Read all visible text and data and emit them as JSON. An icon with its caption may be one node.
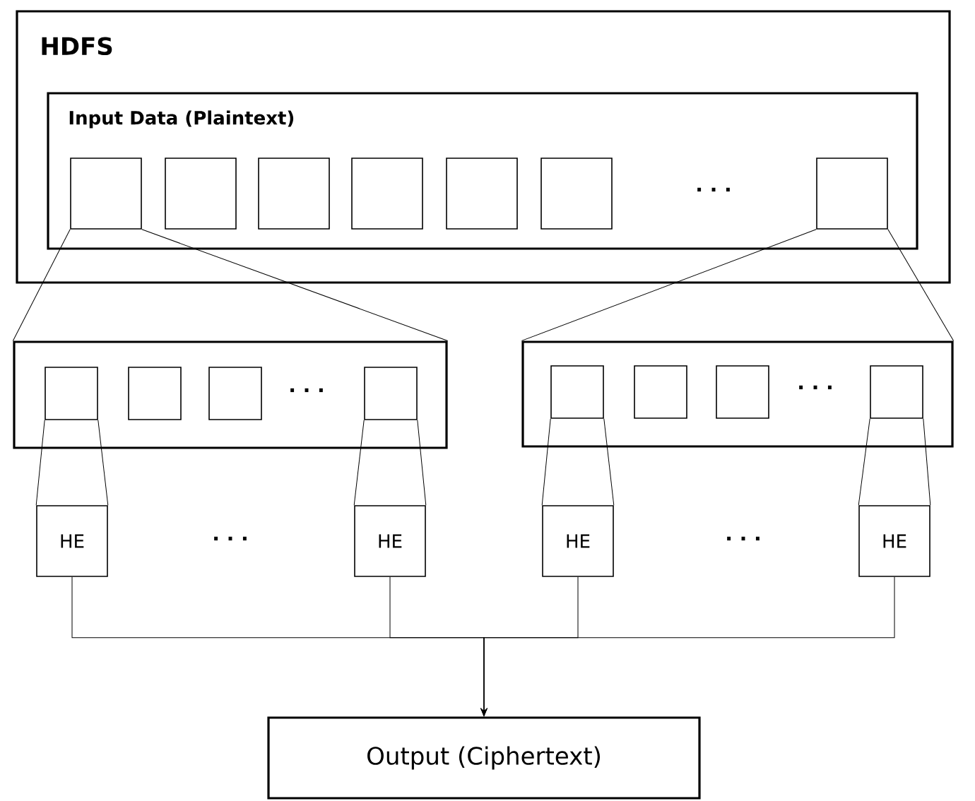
{
  "diagram": {
    "nodes": [
      {
        "text": [
          "HDFS"
        ]
      },
      {
        "text": [
          "Input Data (Plaintext)"
        ],
        "in": 0
      },
      {
        "text": [],
        "shape": "box",
        "in": 1
      },
      {
        "text": [],
        "shape": "box",
        "in": 1
      },
      {
        "text": [],
        "shape": "box",
        "in": 1
      },
      {
        "text": [],
        "shape": "box",
        "in": 1
      },
      {
        "text": [],
        "shape": "box",
        "in": 1
      },
      {
        "text": [],
        "shape": "box",
        "in": 1
      },
      {
        "text": [],
        "shape": "box",
        "in": 1
      },
      {
        "text": [],
        "shape": "box"
      },
      {
        "text": [],
        "shape": "box",
        "in": 9
      },
      {
        "text": [],
        "shape": "box",
        "in": 9
      },
      {
        "text": [],
        "shape": "box",
        "in": 9
      },
      {
        "text": [],
        "shape": "box",
        "in": 9
      },
      {
        "text": [],
        "shape": "box"
      },
      {
        "text": [],
        "shape": "box",
        "in": 14
      },
      {
        "text": [],
        "shape": "box",
        "in": 14
      },
      {
        "text": [],
        "shape": "box",
        "in": 14
      },
      {
        "text": [],
        "shape": "box",
        "in": 14
      },
      {
        "text": [
          "HE"
        ]
      },
      {
        "text": [
          "HE"
        ]
      },
      {
        "text": [
          "HE"
        ]
      },
      {
        "text": [
          "HE"
        ]
      },
      {
        "text": [
          "Output (Ciphertext)"
        ]
      }
    ],
    "edges": [
      {
        "from": 2,
        "to": 9,
        "arrow": "none"
      },
      {
        "from": 2,
        "to": 9,
        "arrow": "none"
      },
      {
        "from": 8,
        "to": 14,
        "arrow": "none"
      },
      {
        "from": 8,
        "to": 14,
        "arrow": "none"
      },
      {
        "from": 10,
        "to": 19,
        "arrow": "none"
      },
      {
        "from": 10,
        "to": 19,
        "arrow": "none"
      },
      {
        "from": 13,
        "to": 20,
        "arrow": "none"
      },
      {
        "from": 13,
        "to": 20,
        "arrow": "none"
      },
      {
        "from": 15,
        "to": 21,
        "arrow": "none"
      },
      {
        "from": 15,
        "to": 21,
        "arrow": "none"
      },
      {
        "from": 18,
        "to": 22,
        "arrow": "none"
      },
      {
        "from": 18,
        "to": 22,
        "arrow": "none"
      },
      {
        "from": 19,
        "to": 23,
        "arrow": "to"
      },
      {
        "from": 20,
        "to": 23,
        "arrow": "to"
      },
      {
        "from": 21,
        "to": 23,
        "arrow": "to"
      },
      {
        "from": 22,
        "to": 23,
        "arrow": "to"
      }
    ],
    "labels": [
      "· · ·",
      "· · ·",
      "· · ·",
      "· · ·",
      "· · ·"
    ]
  }
}
